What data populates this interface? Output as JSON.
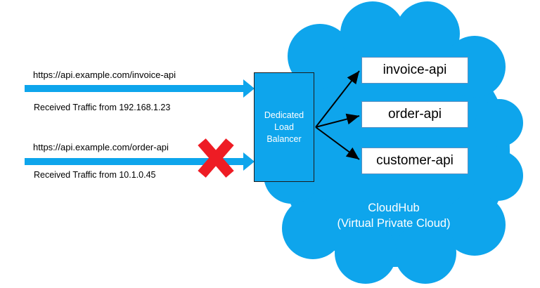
{
  "requests": [
    {
      "url": "https://api.example.com/invoice-api",
      "traffic": "Received Traffic from 192.168.1.23",
      "blocked": false
    },
    {
      "url": "https://api.example.com/order-api",
      "traffic": "Received Traffic from 10.1.0.45",
      "blocked": true
    }
  ],
  "load_balancer": {
    "lines": [
      "Dedicated",
      "Load",
      "Balancer"
    ]
  },
  "services": [
    "invoice-api",
    "order-api",
    "customer-api"
  ],
  "cloud": {
    "title": "CloudHub",
    "subtitle": "(Virtual Private Cloud)"
  },
  "colors": {
    "cloud": "#0ea5ec",
    "arrow": "#0ea5ec",
    "block": "#ee1c24",
    "connector": "#000000"
  }
}
